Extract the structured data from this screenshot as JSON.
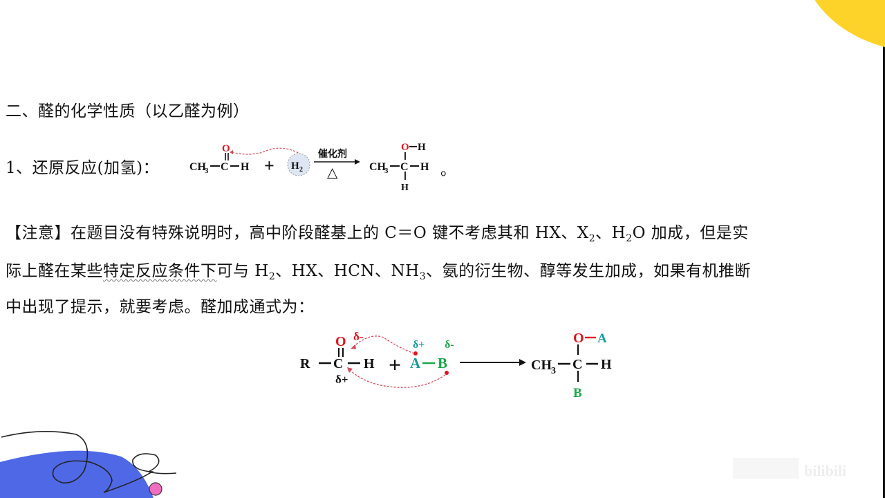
{
  "section": {
    "heading": "二、醛的化学性质（以乙醛为例）"
  },
  "reduction": {
    "label": "1、还原反应(加氢)：",
    "reactant": {
      "left": "CH",
      "sub": "3",
      "c": "C",
      "h": "H",
      "o": "O"
    },
    "plus": "+",
    "h2": {
      "text": "H",
      "sub": "2"
    },
    "condition_top": "催化剂",
    "condition_bottom": "△",
    "product": {
      "left": "CH",
      "sub": "3",
      "c": "C",
      "h_right": "H",
      "h_bottom": "H",
      "o": "O",
      "oh_h": "H"
    },
    "end": "。"
  },
  "note": {
    "line1_parts": [
      "【注意】在题目没有特殊说明时，高中阶段醛基上的 C＝O 键不考虑其和 HX、X",
      "2",
      "、H",
      "2",
      "O 加成，但是实"
    ],
    "line2_before": "际上醛在某些",
    "line2_underlined": "特定反应条件下",
    "line2_parts": [
      "可与 H",
      "2",
      "、HX、HCN、NH",
      "3",
      "、氨的衍生物、醇等发生加成，如果有机推断"
    ],
    "line3": "中出现了提示，就要考虑。醛加成通式为："
  },
  "general_reaction": {
    "r": "R",
    "c": "C",
    "h": "H",
    "o": "O",
    "delta_minus_o": "δ-",
    "delta_plus_c": "δ+",
    "plus": "+",
    "a": "A",
    "b": "B",
    "delta_plus_a": "δ+",
    "delta_minus_b": "δ-",
    "product": {
      "left": "CH",
      "sub": "3",
      "c": "C",
      "h": "H",
      "o": "O",
      "a": "A",
      "b": "B"
    }
  },
  "colors": {
    "oxygen_red": "#e0141e",
    "teal_a": "#169c9c",
    "green_b": "#1aa64a",
    "arrow_dash": "#d64a5a",
    "h2_fill": "#dde6f2",
    "yellow_deco": "#fdd32a",
    "blue_deco": "#4f68e6",
    "pink_dot": "#f06ec0"
  },
  "watermark": "bilibili"
}
